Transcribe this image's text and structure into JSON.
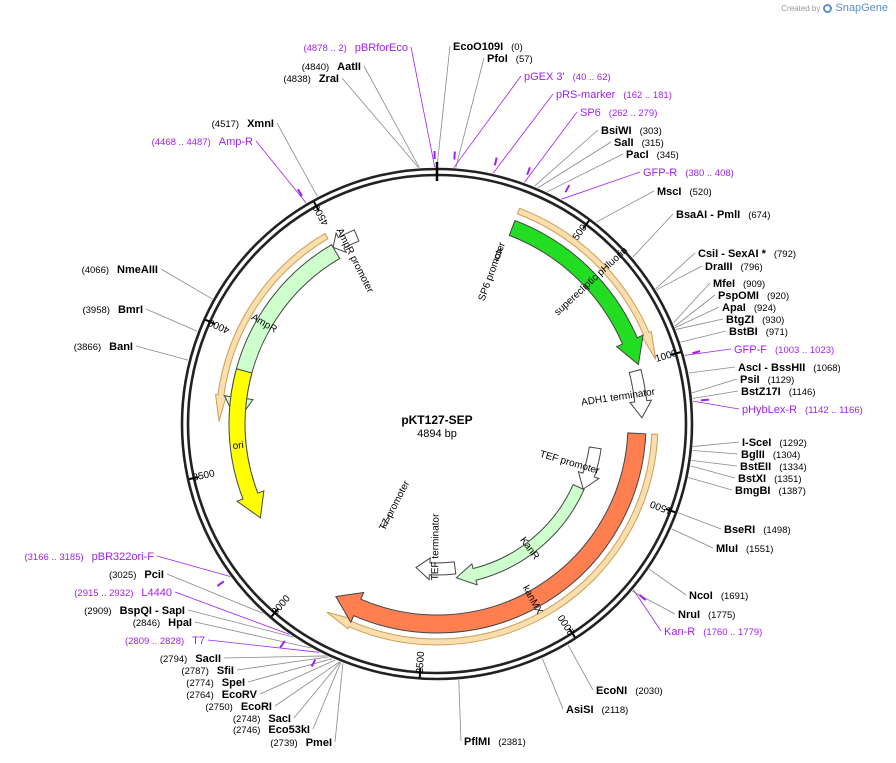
{
  "credit": {
    "created_by": "Created by",
    "brand": "SnapGene"
  },
  "plasmid": {
    "name": "pKT127-SEP",
    "size_label": "4894 bp",
    "length": 4894
  },
  "colors": {
    "primer": "#a020f0",
    "enzyme": "#000000",
    "ring": "#222222"
  },
  "ticks": [
    {
      "pos": 500,
      "label": "500"
    },
    {
      "pos": 1000,
      "label": "1000"
    },
    {
      "pos": 1500,
      "label": "1500"
    },
    {
      "pos": 2000,
      "label": "2000"
    },
    {
      "pos": 2500,
      "label": "2500"
    },
    {
      "pos": 3000,
      "label": "3000"
    },
    {
      "pos": 3500,
      "label": "3500"
    },
    {
      "pos": 4000,
      "label": "4000"
    },
    {
      "pos": 4500,
      "label": "4500"
    }
  ],
  "features": [
    {
      "name": "superecliptic pHluorin",
      "start": 285,
      "end": 1000,
      "dir": 1,
      "color": "#22dd22",
      "label_mode": "inner"
    },
    {
      "name": "ADH1 terminator",
      "start": 1020,
      "end": 1200,
      "dir": 1,
      "color": "#ffffff",
      "label_mode": "side"
    },
    {
      "name": "kanMX",
      "start": 1260,
      "end": 2860,
      "dir": 1,
      "color": "#ff7f50",
      "label_mode": "inner"
    },
    {
      "name": "SP6 promoter",
      "start": 262,
      "end": 279,
      "dir": 1,
      "color": "#ffffff",
      "label_mode": "side"
    },
    {
      "name": "AmpR",
      "start": 3680,
      "end": 4480,
      "dir": -1,
      "color": "#ccffcc",
      "label_mode": "inner"
    },
    {
      "name": "AmpR promoter",
      "start": 4480,
      "end": 4580,
      "dir": -1,
      "color": "#ffffff",
      "label_mode": "side"
    },
    {
      "name": "ori",
      "start": 3290,
      "end": 3880,
      "dir": -1,
      "color": "#ffff00",
      "label_mode": "inner"
    },
    {
      "name": "KanR",
      "start": 1550,
      "end": 2350,
      "dir": 1,
      "color": "#ccffcc",
      "label_mode": "inner"
    },
    {
      "name": "TEF promoter",
      "start": 1340,
      "end": 1550,
      "dir": 1,
      "color": "#ffffff",
      "label_mode": "side"
    },
    {
      "name": "TEF terminator",
      "start": 2350,
      "end": 2560,
      "dir": 1,
      "color": "#ffffff",
      "label_mode": "side"
    },
    {
      "name": "T7 promoter",
      "start": 2809,
      "end": 2828,
      "dir": 1,
      "color": "#ffffff",
      "label_mode": "side"
    }
  ],
  "labels": [
    {
      "name": "EcoO109I",
      "pos_text": "(0)",
      "kind": "enzyme"
    },
    {
      "name": "PfoI",
      "pos_text": "(57)",
      "kind": "enzyme"
    },
    {
      "name": "pGEX 3'",
      "pos_text": "(40 .. 62)",
      "kind": "primer"
    },
    {
      "name": "pRS-marker",
      "pos_text": "(162 .. 181)",
      "kind": "primer"
    },
    {
      "name": "SP6",
      "pos_text": "(262 .. 279)",
      "kind": "primer"
    },
    {
      "name": "BsiWI",
      "pos_text": "(303)",
      "kind": "enzyme"
    },
    {
      "name": "SalI",
      "pos_text": "(315)",
      "kind": "enzyme"
    },
    {
      "name": "PacI",
      "pos_text": "(345)",
      "kind": "enzyme"
    },
    {
      "name": "GFP-R",
      "pos_text": "(380 .. 408)",
      "kind": "primer"
    },
    {
      "name": "MscI",
      "pos_text": "(520)",
      "kind": "enzyme"
    },
    {
      "name": "BsaAI - PmlI",
      "pos_text": "(674)",
      "kind": "enzyme"
    },
    {
      "name": "CsiI - SexAI *",
      "pos_text": "(792)",
      "kind": "enzyme"
    },
    {
      "name": "DraIII",
      "pos_text": "(796)",
      "kind": "enzyme"
    },
    {
      "name": "MfeI",
      "pos_text": "(909)",
      "kind": "enzyme"
    },
    {
      "name": "PspOMI",
      "pos_text": "(920)",
      "kind": "enzyme"
    },
    {
      "name": "ApaI",
      "pos_text": "(924)",
      "kind": "enzyme"
    },
    {
      "name": "BtgZI",
      "pos_text": "(930)",
      "kind": "enzyme"
    },
    {
      "name": "BstBI",
      "pos_text": "(971)",
      "kind": "enzyme"
    },
    {
      "name": "GFP-F",
      "pos_text": "(1003 .. 1023)",
      "kind": "primer"
    },
    {
      "name": "AscI - BssHII",
      "pos_text": "(1068)",
      "kind": "enzyme"
    },
    {
      "name": "PsiI",
      "pos_text": "(1129)",
      "kind": "enzyme"
    },
    {
      "name": "BstZ17I",
      "pos_text": "(1146)",
      "kind": "enzyme"
    },
    {
      "name": "pHybLex-R",
      "pos_text": "(1142 .. 1166)",
      "kind": "primer"
    },
    {
      "name": "I-SceI",
      "pos_text": "(1292)",
      "kind": "enzyme"
    },
    {
      "name": "BglII",
      "pos_text": "(1304)",
      "kind": "enzyme"
    },
    {
      "name": "BstEII",
      "pos_text": "(1334)",
      "kind": "enzyme"
    },
    {
      "name": "BstXI",
      "pos_text": "(1351)",
      "kind": "enzyme"
    },
    {
      "name": "BmgBI",
      "pos_text": "(1387)",
      "kind": "enzyme"
    },
    {
      "name": "BseRI",
      "pos_text": "(1498)",
      "kind": "enzyme"
    },
    {
      "name": "MluI",
      "pos_text": "(1551)",
      "kind": "enzyme"
    },
    {
      "name": "NcoI",
      "pos_text": "(1691)",
      "kind": "enzyme"
    },
    {
      "name": "NruI",
      "pos_text": "(1775)",
      "kind": "enzyme"
    },
    {
      "name": "Kan-R",
      "pos_text": "(1760 .. 1779)",
      "kind": "primer"
    },
    {
      "name": "EcoNI",
      "pos_text": "(2030)",
      "kind": "enzyme"
    },
    {
      "name": "AsiSI",
      "pos_text": "(2118)",
      "kind": "enzyme"
    },
    {
      "name": "PflMI",
      "pos_text": "(2381)",
      "kind": "enzyme"
    },
    {
      "name": "PmeI",
      "pos_text": "(2739)",
      "kind": "enzyme"
    },
    {
      "name": "Eco53kI",
      "pos_text": "(2746)",
      "kind": "enzyme"
    },
    {
      "name": "SacI",
      "pos_text": "(2748)",
      "kind": "enzyme"
    },
    {
      "name": "EcoRI",
      "pos_text": "(2750)",
      "kind": "enzyme"
    },
    {
      "name": "EcoRV",
      "pos_text": "(2764)",
      "kind": "enzyme"
    },
    {
      "name": "SpeI",
      "pos_text": "(2774)",
      "kind": "enzyme"
    },
    {
      "name": "SfiI",
      "pos_text": "(2787)",
      "kind": "enzyme"
    },
    {
      "name": "SacII",
      "pos_text": "(2794)",
      "kind": "enzyme"
    },
    {
      "name": "T7",
      "pos_text": "(2809 .. 2828)",
      "kind": "primer"
    },
    {
      "name": "HpaI",
      "pos_text": "(2846)",
      "kind": "enzyme"
    },
    {
      "name": "BspQI - SapI",
      "pos_text": "(2909)",
      "kind": "enzyme"
    },
    {
      "name": "L4440",
      "pos_text": "(2915 .. 2932)",
      "kind": "primer"
    },
    {
      "name": "PciI",
      "pos_text": "(3025)",
      "kind": "enzyme"
    },
    {
      "name": "pBR322ori-F",
      "pos_text": "(3166 .. 3185)",
      "kind": "primer"
    },
    {
      "name": "BanI",
      "pos_text": "(3866)",
      "kind": "enzyme"
    },
    {
      "name": "BmrI",
      "pos_text": "(3958)",
      "kind": "enzyme"
    },
    {
      "name": "NmeAIII",
      "pos_text": "(4066)",
      "kind": "enzyme"
    },
    {
      "name": "Amp-R",
      "pos_text": "(4468 .. 4487)",
      "kind": "primer"
    },
    {
      "name": "XmnI",
      "pos_text": "(4517)",
      "kind": "enzyme"
    },
    {
      "name": "ZraI",
      "pos_text": "(4838)",
      "kind": "enzyme"
    },
    {
      "name": "AatII",
      "pos_text": "(4840)",
      "kind": "enzyme"
    },
    {
      "name": "pBRforEco",
      "pos_text": "(4878 .. 2)",
      "kind": "primer"
    }
  ]
}
